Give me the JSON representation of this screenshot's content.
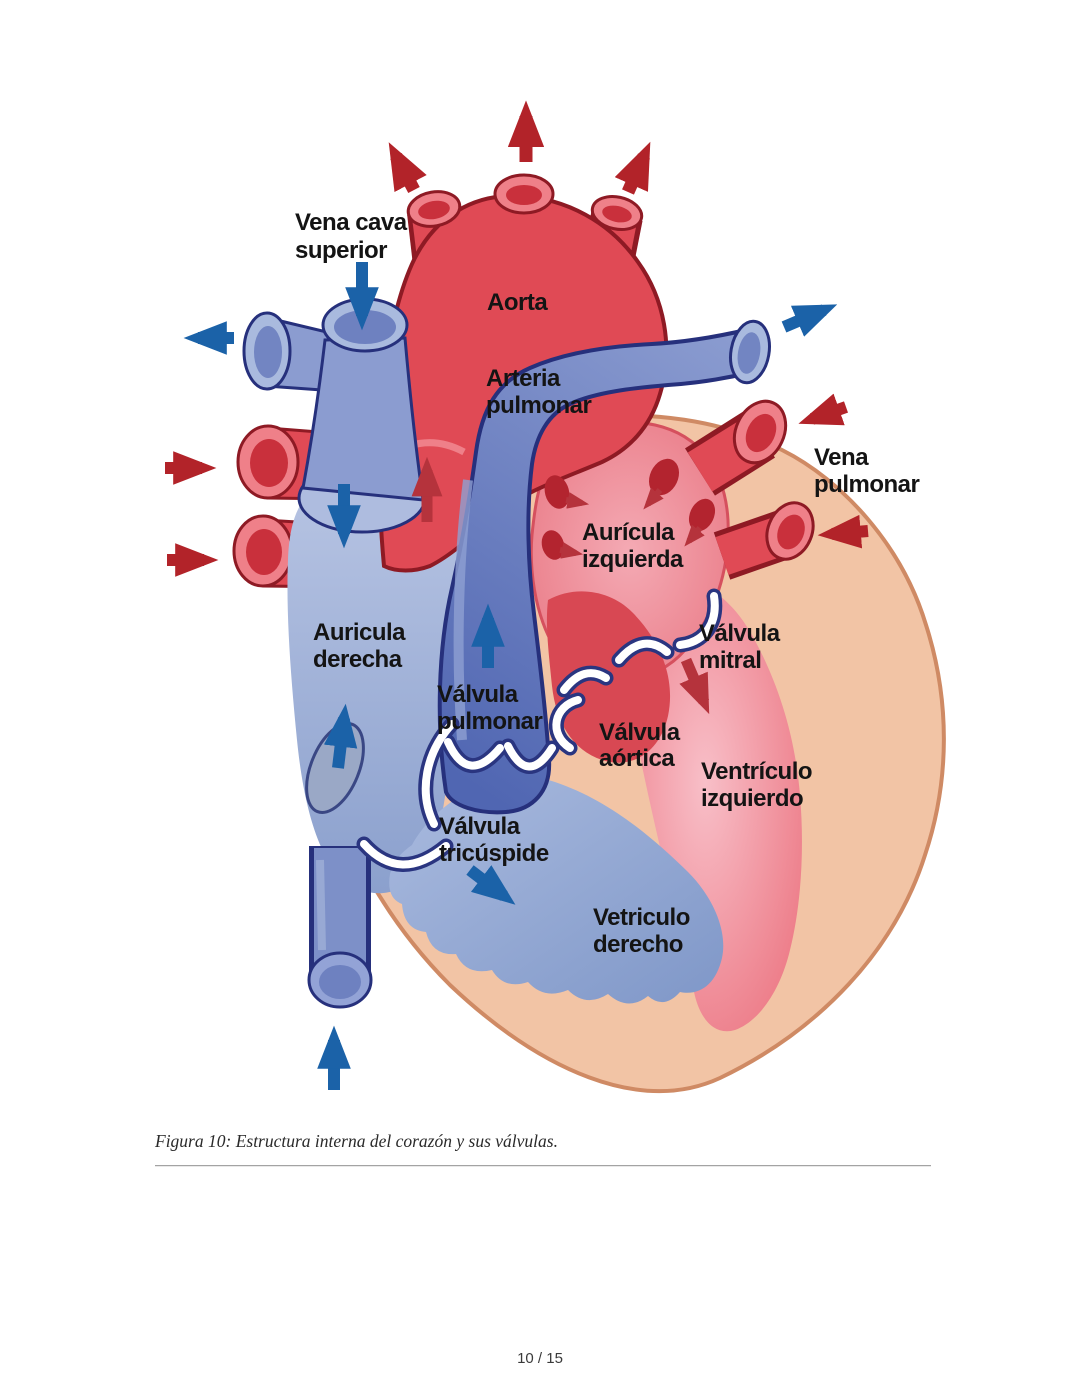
{
  "figure": {
    "caption": "Figura 10: Estructura interna del corazón y sus válvulas.",
    "labels": {
      "vena_cava_superior": [
        "Vena cava",
        "superior"
      ],
      "aorta": [
        "Aorta"
      ],
      "arteria_pulmonar": [
        "Arteria",
        "pulmonar"
      ],
      "vena_pulmonar": [
        "Vena",
        "pulmonar"
      ],
      "auricula_izquierda": [
        "Aurícula",
        "izquierda"
      ],
      "auricula_derecha": [
        "Auricula",
        "derecha"
      ],
      "valvula_mitral": [
        "Válvula",
        "mitral"
      ],
      "valvula_pulmonar": [
        "Válvula",
        "pulmonar"
      ],
      "valvula_aortica": [
        "Válvula",
        "aórtica"
      ],
      "ventriculo_izquierdo": [
        "Ventrículo",
        "izquierdo"
      ],
      "valvula_tricuspide": [
        "Válvula",
        "tricúspide"
      ],
      "ventriculo_derecho": [
        "Vetriculo",
        "derecho"
      ]
    },
    "colors": {
      "artery_red": "#e04a55",
      "artery_outline": "#8e1a24",
      "vein_blue": "#7285c2",
      "vein_outline": "#26307c",
      "arrow_blue": "#1b62a8",
      "arrow_red": "#b22329",
      "heart_wall_peach": "#f2c4a5",
      "chamber_pink": "#f09aa5",
      "chamber_blue": "#93a9d4"
    }
  },
  "footer": {
    "page_indicator": "10 / 15"
  }
}
